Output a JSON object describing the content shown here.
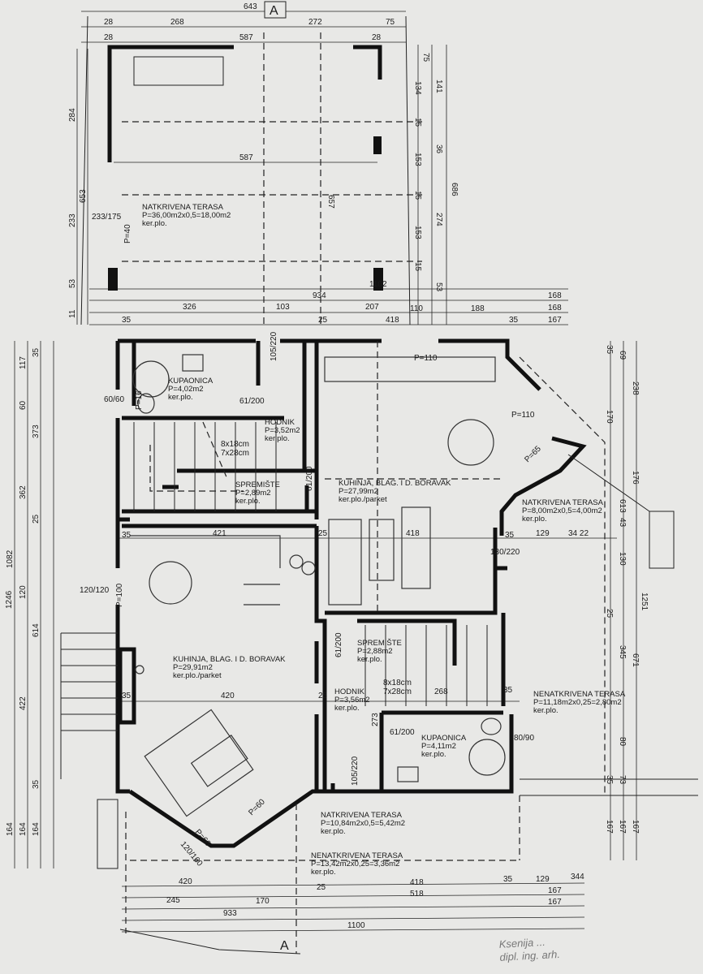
{
  "title_marks": {
    "section_top": "A",
    "section_bottom": "A"
  },
  "rooms": [
    {
      "name": "NATKRIVENA TERASA",
      "area": "P=36,00m2x0,5=18,00m2",
      "floor": "ker.plo."
    },
    {
      "name": "KUPAONICA",
      "area": "P=4,02m2",
      "floor": "ker.plo."
    },
    {
      "name": "HODNIK",
      "area": "P=3,52m2",
      "floor": "ker.plo."
    },
    {
      "name": "SPREMIŠTE",
      "area": "P=2,89m2",
      "floor": "ker.plo."
    },
    {
      "name": "KUHINJA, BLAG. I D. BORAVAK",
      "area": "P=27,99m2",
      "floor": "ker.plo./parket"
    },
    {
      "name": "NATKRIVENA TERASA",
      "area": "P=8,00m2x0,5=4,00m2",
      "floor": "ker.plo."
    },
    {
      "name": "KUHINJA, BLAG. I D. BORAVAK",
      "area": "P=29,91m2",
      "floor": "ker.plo./parket"
    },
    {
      "name": "SPREMIŠTE",
      "area": "P=2,88m2",
      "floor": "ker.plo."
    },
    {
      "name": "HODNIK",
      "area": "P=3,56m2",
      "floor": "ker.plo."
    },
    {
      "name": "KUPAONICA",
      "area": "P=4,11m2",
      "floor": "ker.plo."
    },
    {
      "name": "NENATKRIVENA TERASA",
      "area": "P=11,18m2x0,25=2,80m2",
      "floor": "ker.plo."
    },
    {
      "name": "NATKRIVENA TERASA",
      "area": "P=10,84m2x0,5=5,42m2",
      "floor": "ker.plo."
    },
    {
      "name": "NENATKRIVENA TERASA",
      "area": "P=13,42m2x0,25=3,36m2",
      "floor": "ker.plo."
    }
  ],
  "dimensions": [
    "643",
    "28",
    "268",
    "272",
    "75",
    "28",
    "587",
    "28",
    "587",
    "657",
    "1102",
    "934",
    "326",
    "103",
    "207",
    "110",
    "188",
    "168",
    "168",
    "167",
    "35",
    "25",
    "418",
    "35",
    "284",
    "653",
    "233",
    "53",
    "11",
    "117",
    "35",
    "60",
    "373",
    "362",
    "25",
    "1082",
    "1246",
    "120",
    "614",
    "422",
    "35",
    "164",
    "164",
    "164",
    "686",
    "75",
    "141",
    "36",
    "274",
    "53",
    "134",
    "153",
    "153",
    "15",
    "15",
    "15",
    "35",
    "69",
    "238",
    "170",
    "613",
    "176",
    "43",
    "130",
    "1251",
    "25",
    "345",
    "671",
    "80",
    "73",
    "35",
    "167",
    "167",
    "167",
    "420",
    "170",
    "25",
    "418",
    "518",
    "245",
    "933",
    "1100",
    "35",
    "129",
    "344",
    "167",
    "167",
    "421",
    "35",
    "25",
    "418",
    "35",
    "129",
    "34 22",
    "420",
    "35",
    "25",
    "35",
    "273",
    "268"
  ],
  "openings": [
    "120/120",
    "60/60",
    "105/220",
    "61/200",
    "61/200",
    "130/220",
    "61/200",
    "61/200",
    "105/220",
    "80/90",
    "120/160",
    "P=60",
    "P=60",
    "P=100",
    "P=110",
    "P=110",
    "P=65",
    "P=40",
    "P=16",
    "233/175"
  ],
  "stairs": [
    {
      "line1": "8x18cm",
      "line2": "7x28cm"
    },
    {
      "line1": "8x18cm",
      "line2": "7x28cm"
    }
  ],
  "signature": {
    "line1": "Ksenija ...",
    "line2": "dipl. ing. arh."
  }
}
